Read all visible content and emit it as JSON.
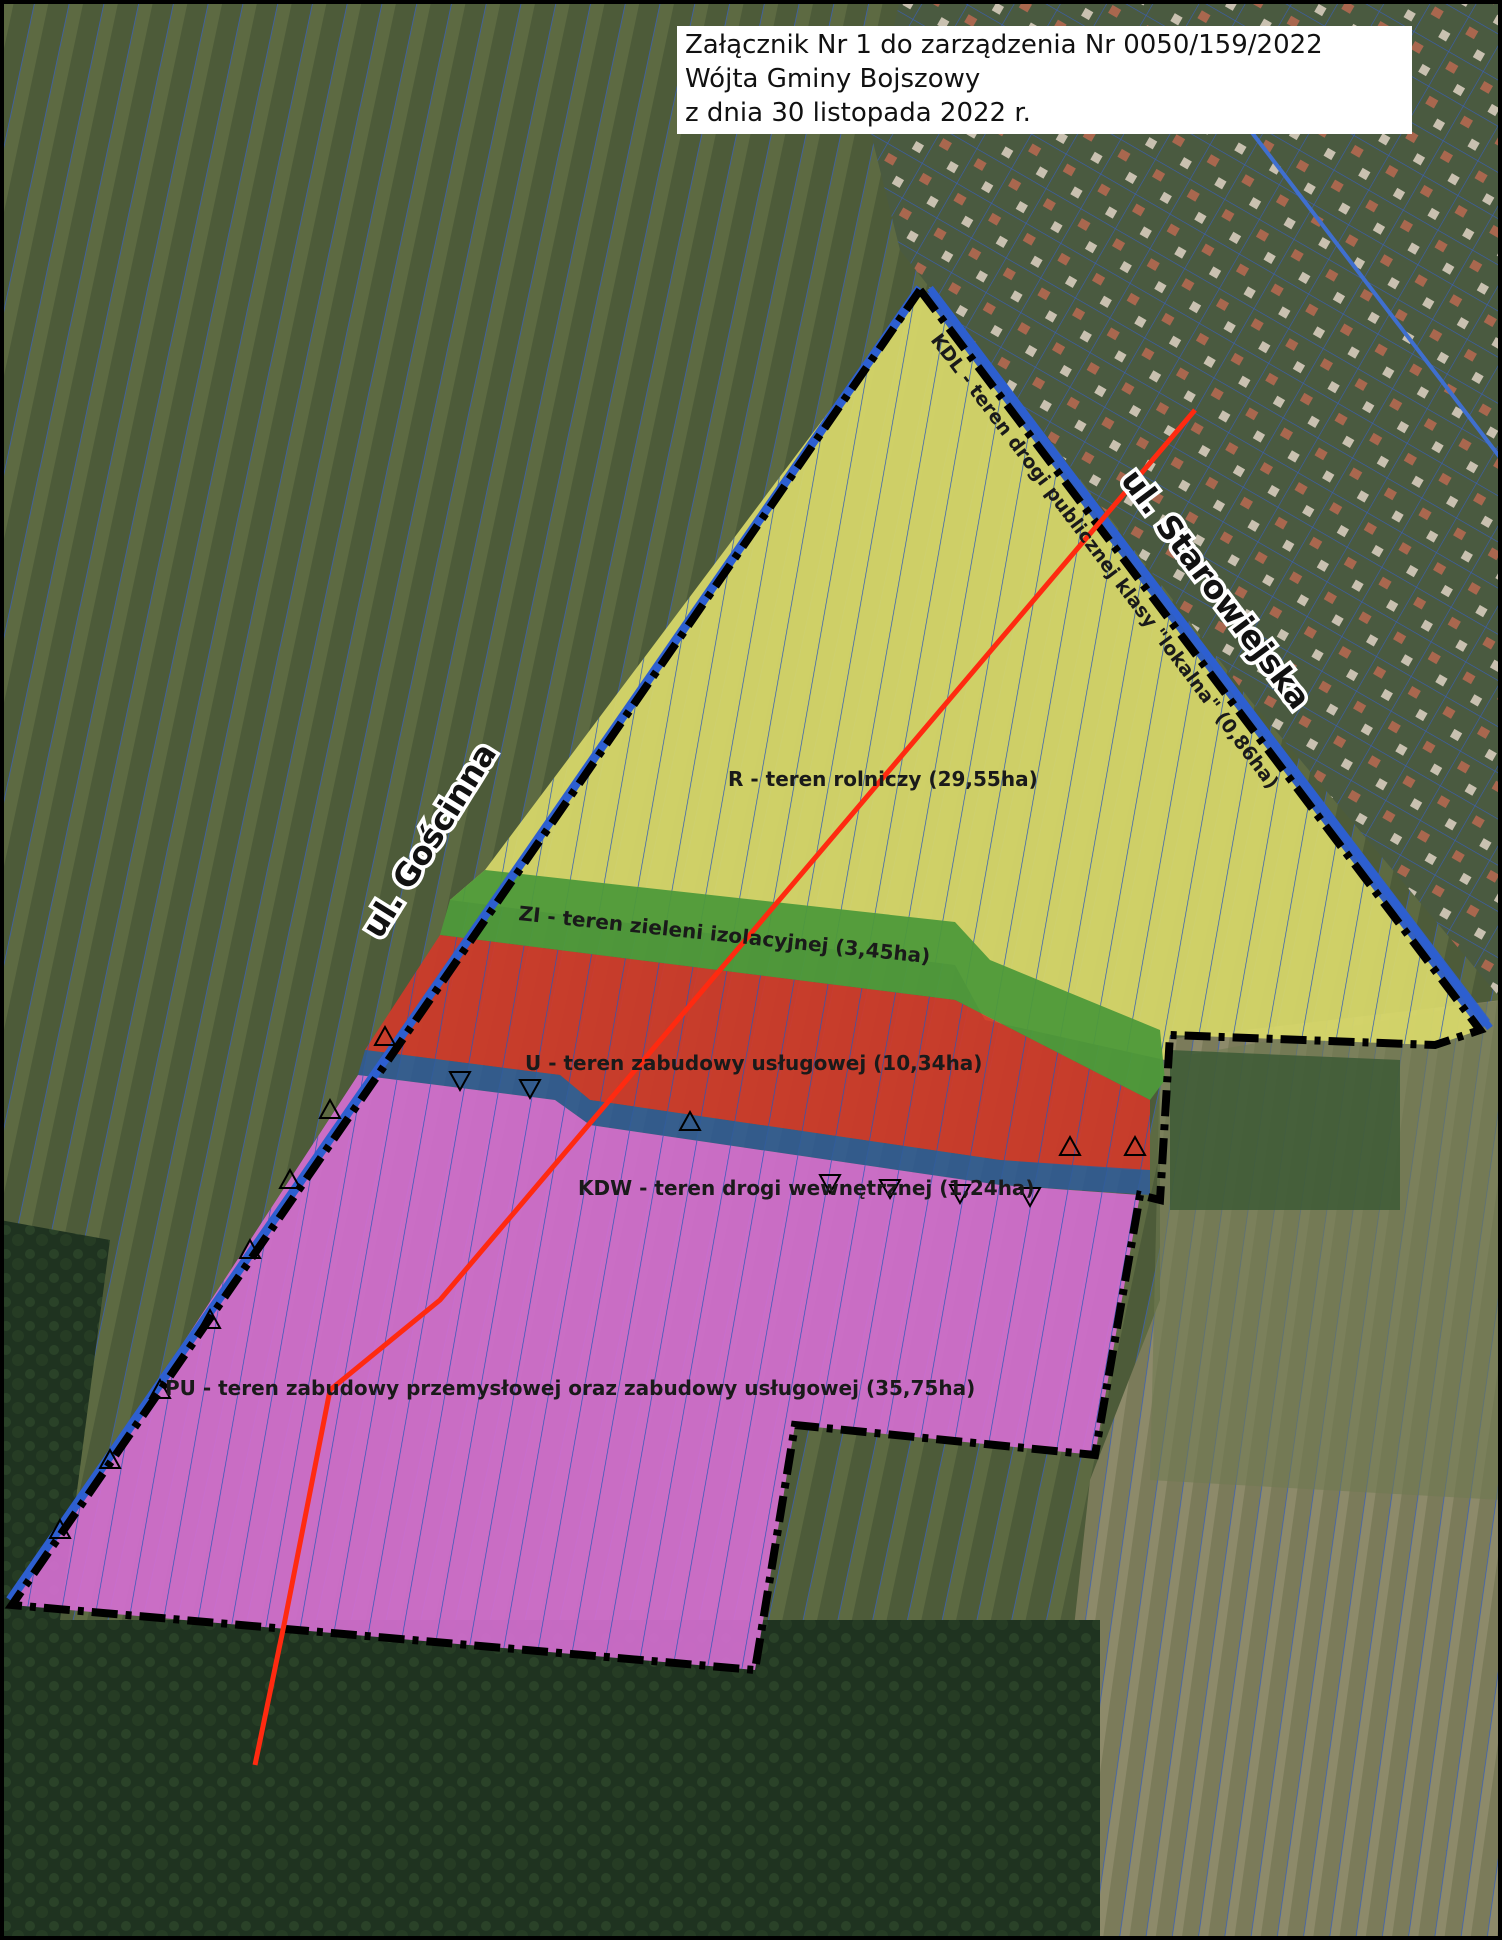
{
  "caption": {
    "line1": "Załącznik Nr 1 do zarządzenia Nr 0050/159/2022",
    "line2": "Wójta Gminy Bojszowy",
    "line3": "z dnia 30 listopada 2022 r."
  },
  "streets": {
    "goscinna": "ul. Gościnna",
    "starowiejska": "ul. Starowiejska"
  },
  "zones": {
    "kdl": "KDL - teren drogi publicznej klasy \"lokalna\" (0,86ha)",
    "r": "R - teren rolniczy (29,55ha)",
    "zi": "ZI - teren zieleni izolacyjnej (3,45ha)",
    "u": "U - teren zabudowy usługowej (10,34ha)",
    "kdw": "KDW - teren drogi wewnętrznej (1,24ha)",
    "pu": "PU -  teren zabudowy przemysłowej oraz zabudowy usługowej (35,75ha)"
  },
  "colors": {
    "r": "#d8d86a",
    "zi": "#4e9a3a",
    "u": "#d03a2a",
    "pu": "#d46fd0",
    "parcel": "#2a56b8",
    "road": "#2d5fd0",
    "boundary": "#000000",
    "power_line": "#ff2a10"
  }
}
